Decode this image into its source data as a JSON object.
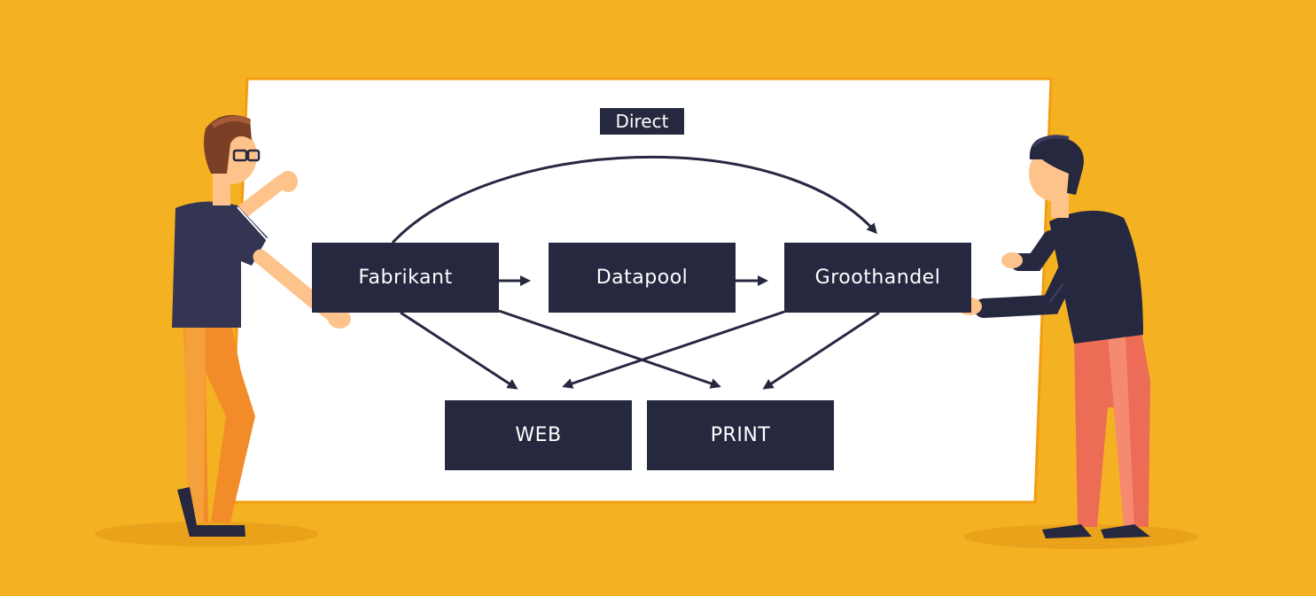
{
  "diagram": {
    "nodes": {
      "fabrikant": "Fabrikant",
      "datapool": "Datapool",
      "groothandel": "Groothandel",
      "web": "WEB",
      "print": "PRINT"
    },
    "edge_label_direct": "Direct"
  },
  "colors": {
    "background": "#F4B223",
    "board": "#FFFFFF",
    "board_border": "#F39C12",
    "node_fill": "#262840",
    "node_text": "#FFFFFF",
    "arrow": "#262840"
  },
  "icons": [
    "person-left-illustration",
    "person-right-illustration"
  ]
}
